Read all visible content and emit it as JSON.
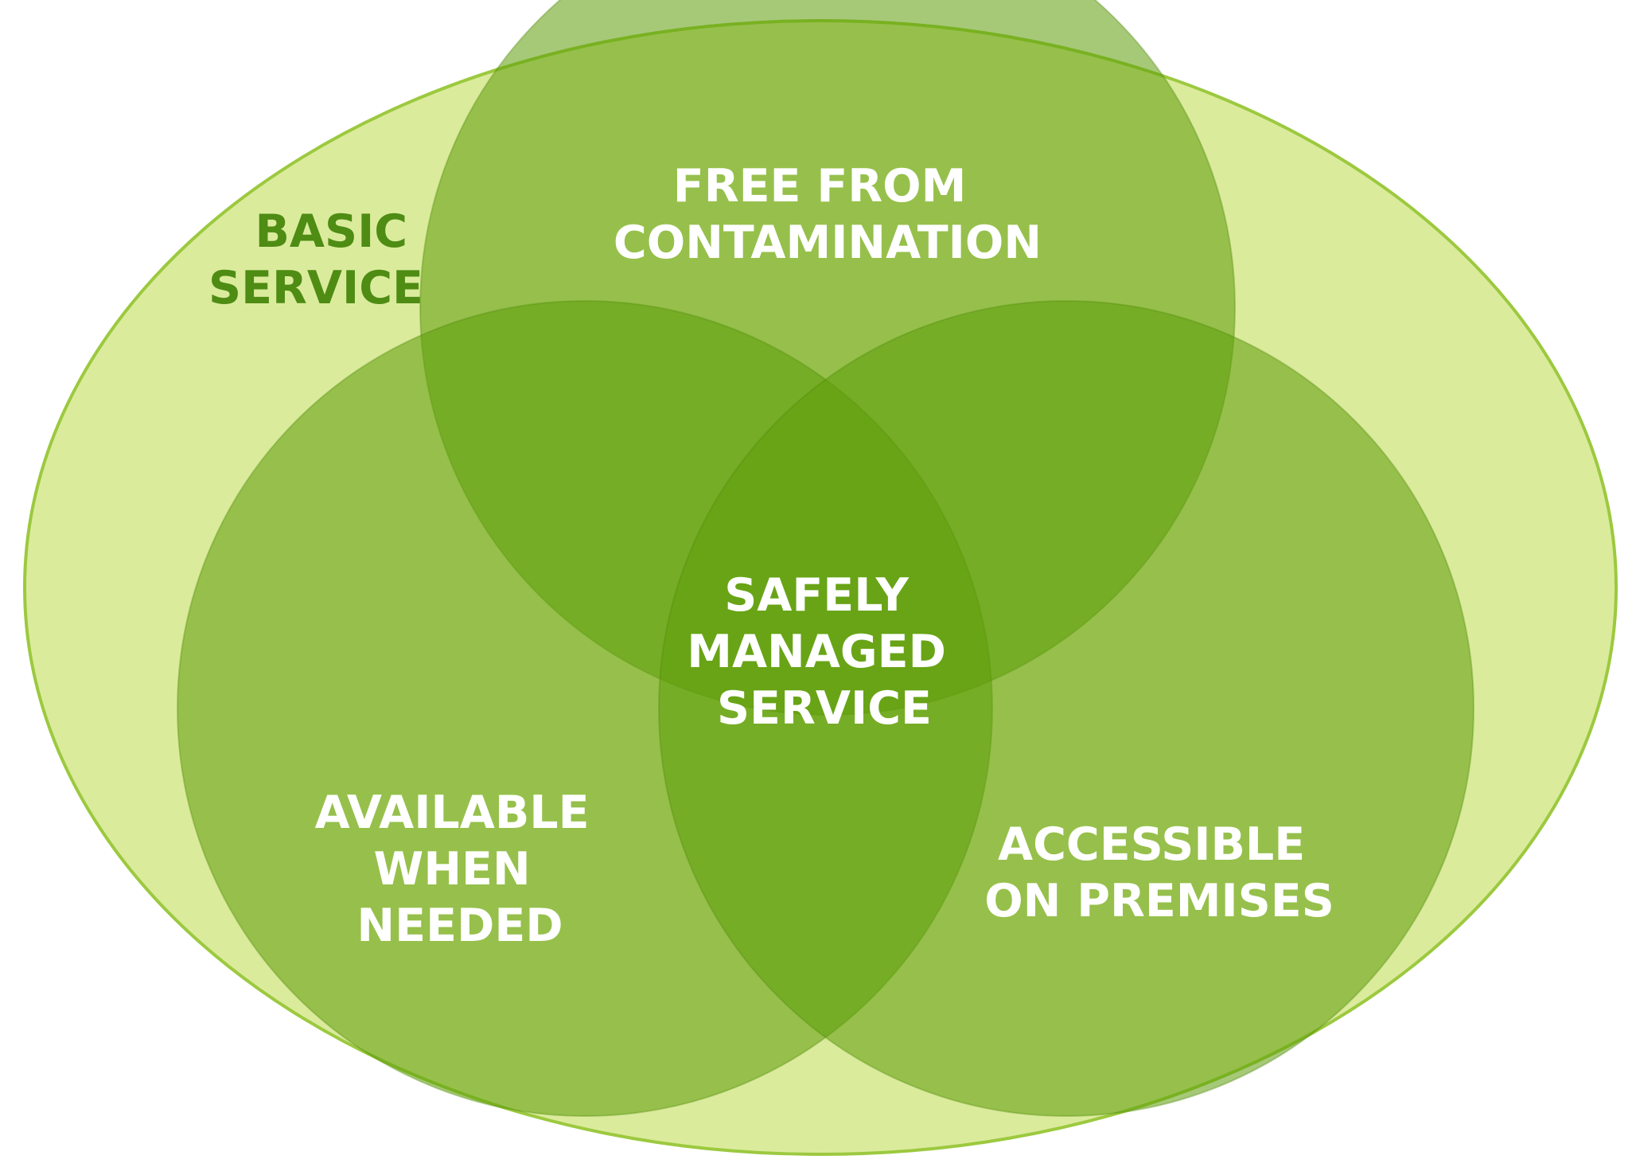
{
  "diagram": {
    "outer_label": [
      "BASIC",
      "SERVICE"
    ],
    "top_label": [
      "FREE FROM",
      "CONTAMINATION"
    ],
    "left_label": [
      "AVAILABLE",
      "WHEN",
      "NEEDED"
    ],
    "right_label": [
      "ACCESSIBLE",
      "ON PREMISES"
    ],
    "center_label": [
      "SAFELY",
      "MANAGED",
      "SERVICE"
    ]
  },
  "colors": {
    "outer_fill": "#dbeb9c",
    "outer_stroke": "#9cc93f",
    "circle_fill": "#5c9c0a",
    "circle_opacity": 0.55,
    "circle_stroke": "#4f8a0c",
    "label_white": "#ffffff",
    "label_green": "#4e8c14"
  }
}
